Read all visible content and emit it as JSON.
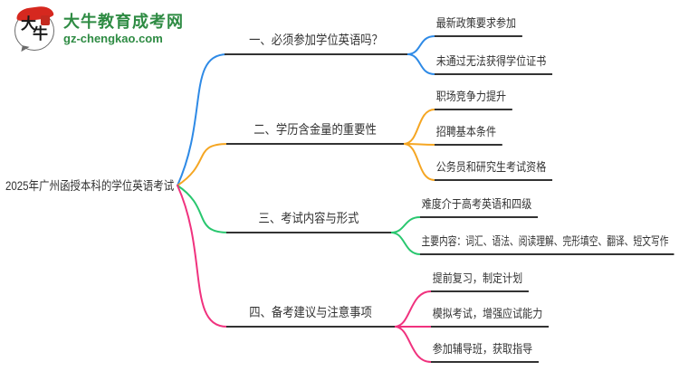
{
  "logo": {
    "mark_char_1": "大",
    "mark_char_2": "牛",
    "site_name": "大牛教育成考网",
    "site_url": "gz-chengkao.com",
    "brand_green": "#2E8B43",
    "seal_red": "#C42A20",
    "hat_red": "#D6281F"
  },
  "mindmap": {
    "text_color": "#333333",
    "root": {
      "label": "2025年广州函授本科的学位英语考试"
    },
    "branches": [
      {
        "label": "一、必须参加学位英语吗？",
        "color": "#2E8AE6",
        "children": [
          "最新政策要求参加",
          "未通过无法获得学位证书"
        ]
      },
      {
        "label": "二、学历含金量的重要性",
        "color": "#F5A623",
        "children": [
          "职场竞争力提升",
          "招聘基本条件",
          "公务员和研究生考试资格"
        ]
      },
      {
        "label": "三、考试内容与形式",
        "color": "#29C76F",
        "children": [
          "难度介于高考英语和四级",
          "主要内容：词汇、语法、阅读理解、完形填空、翻译、短文写作"
        ]
      },
      {
        "label": "四、备考建议与注意事项",
        "color": "#F0327E",
        "children": [
          "提前复习，制定计划",
          "模拟考试，增强应试能力",
          "参加辅导班，获取指导"
        ]
      }
    ]
  }
}
